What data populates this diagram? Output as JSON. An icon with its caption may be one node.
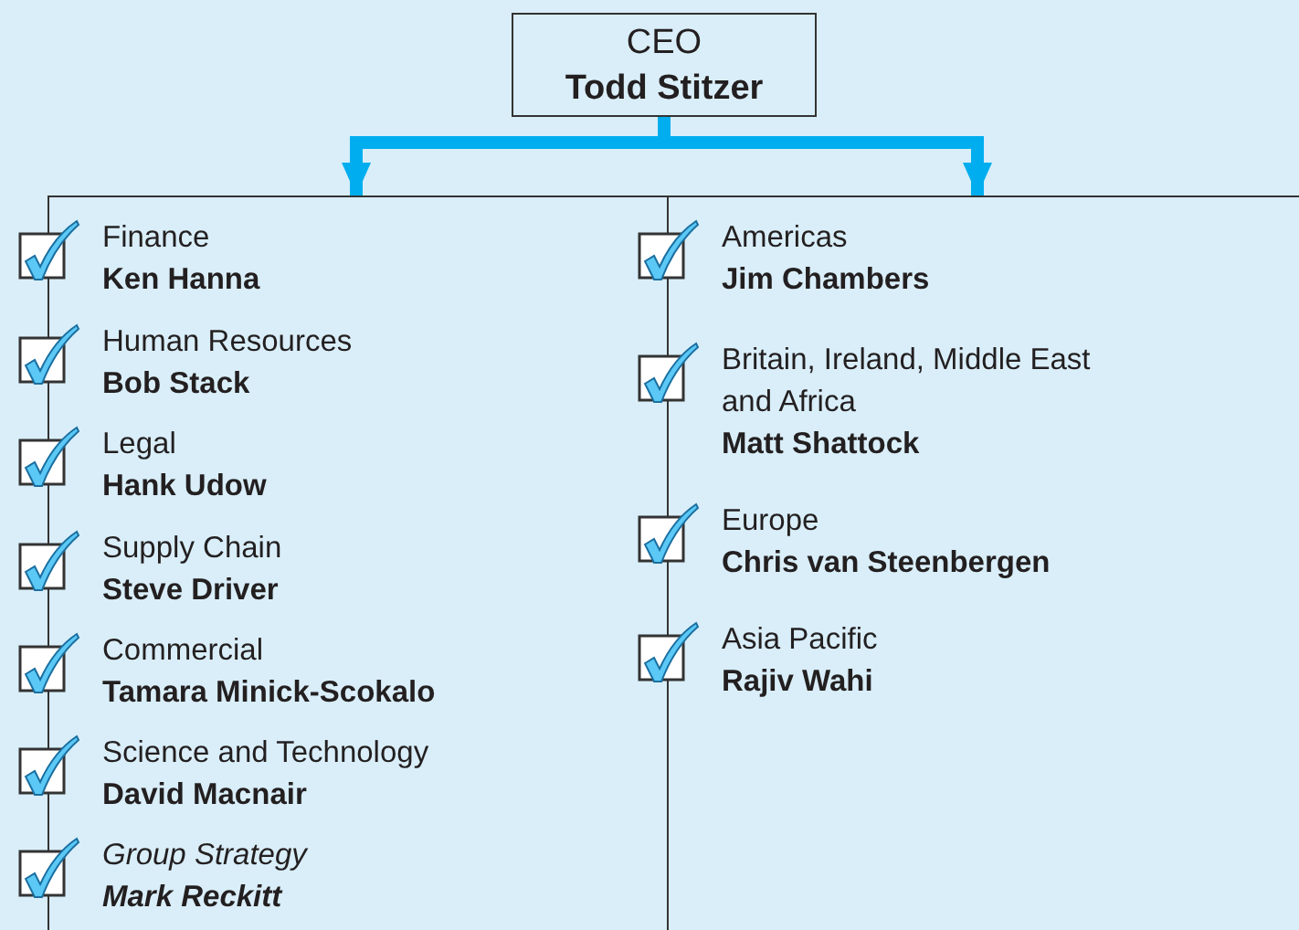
{
  "diagram": {
    "nodes": [
      {
        "text": [
          "CEO",
          "Todd Stitzer"
        ]
      },
      {
        "text": [],
        "shape": "box"
      },
      {
        "text": [],
        "shape": "box"
      },
      {
        "text": [
          "Finance",
          "Ken Hanna"
        ],
        "in": 1
      },
      {
        "text": [
          "Human Resources",
          "Bob Stack"
        ],
        "in": 1
      },
      {
        "text": [
          "Legal",
          "Hank Udow"
        ],
        "in": 1
      },
      {
        "text": [
          "Supply Chain",
          "Steve Driver"
        ],
        "in": 1
      },
      {
        "text": [
          "Commercial",
          "Tamara Minick-Scokalo"
        ],
        "in": 1
      },
      {
        "text": [
          "Science and Technology",
          "David Macnair"
        ],
        "in": 1
      },
      {
        "text": [
          "*Group Strategy*",
          "*Mark Reckitt*"
        ],
        "in": 1
      },
      {
        "text": [
          "Americas",
          "Jim Chambers"
        ],
        "in": 2
      },
      {
        "text": [
          "Britain, Ireland, Middle East and Africa",
          "Matt Shattock"
        ],
        "in": 2
      },
      {
        "text": [
          "Europe",
          "Chris van Steenbergen"
        ],
        "in": 2
      },
      {
        "text": [
          "Asia Pacific",
          "Rajiv Wahi"
        ],
        "in": 2
      }
    ],
    "edges": [
      {
        "from": 0,
        "to": 1,
        "arrow": "to"
      },
      {
        "from": 0,
        "to": 2,
        "arrow": "to"
      }
    ]
  }
}
